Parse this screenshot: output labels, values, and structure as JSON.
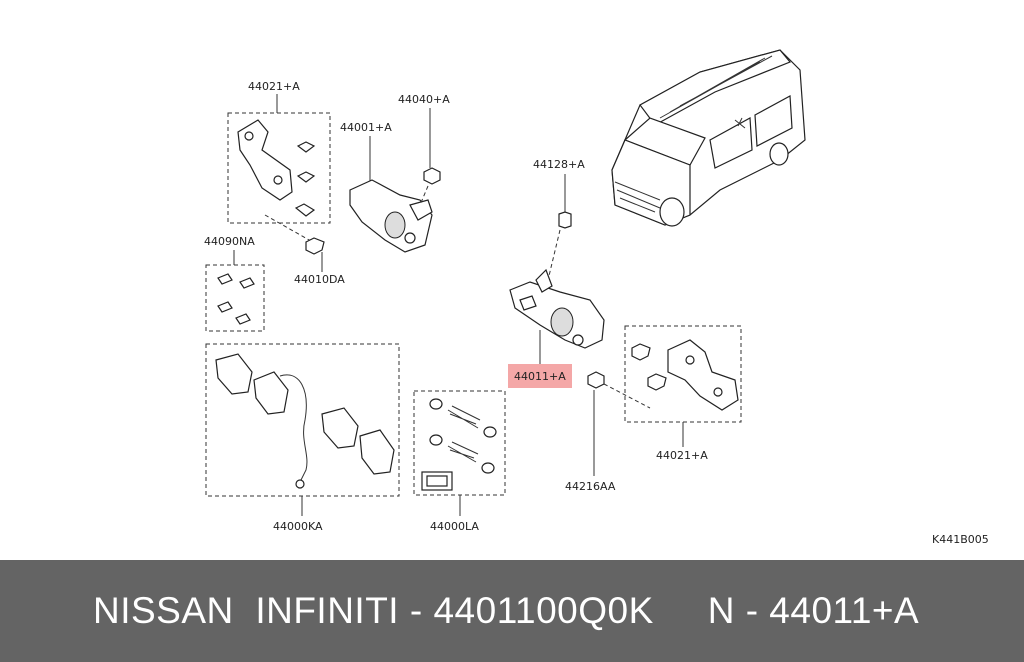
{
  "diagram": {
    "labels": {
      "bracket_top": "44021+A",
      "bolt_bleeder": "44040+A",
      "caliper_left": "44001+A",
      "sensor": "44128+A",
      "clip_kit": "44090NA",
      "bolt_left": "44010DA",
      "caliper_main": "44011+A",
      "bracket_right": "44021+A",
      "bolt_right": "44216AA",
      "pad_kit": "44000KA",
      "repair_kit": "44000LA",
      "figure_code": "K441B005"
    },
    "highlight_color": "#f4a7a7"
  },
  "footer": {
    "text": "NISSAN  INFINITI - 4401100Q0K     N - 44011+A"
  }
}
